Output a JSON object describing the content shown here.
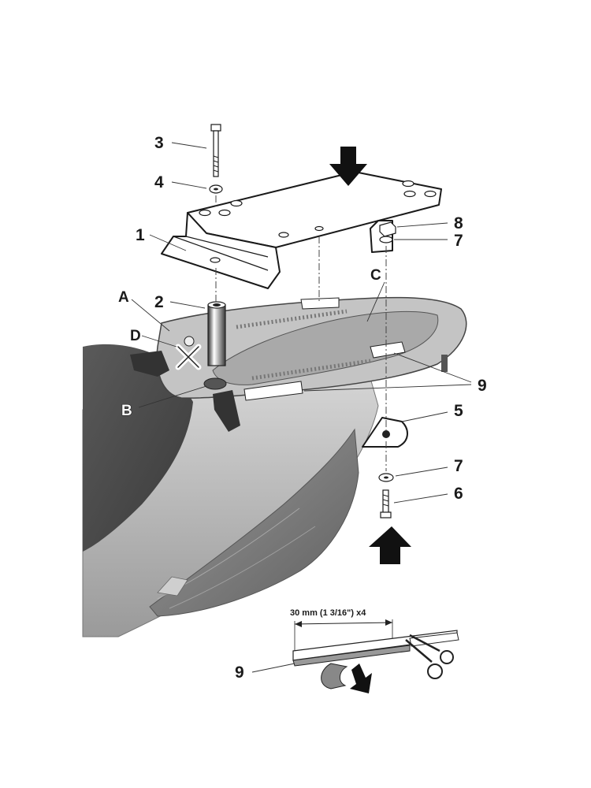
{
  "callouts": {
    "c1": "1",
    "c2": "2",
    "c3": "3",
    "c4": "4",
    "c5": "5",
    "c6": "6",
    "c7a": "7",
    "c7b": "7",
    "c8": "8",
    "c9a": "9",
    "c9b": "9"
  },
  "letters": {
    "A": "A",
    "B": "B",
    "C": "C",
    "D": "D"
  },
  "measurement": "30 mm (1 3/16\") x4",
  "colors": {
    "ink": "#1a1a1a",
    "seat": "#4a4a4a",
    "body_light": "#c9c9c9",
    "body_mid": "#a3a3a3",
    "lamp": "#7d7d7d"
  },
  "icons": [
    "arrow-down-icon",
    "arrow-up-icon",
    "scissors-icon",
    "arrow-diagonal-icon",
    "cross-mark-icon"
  ]
}
